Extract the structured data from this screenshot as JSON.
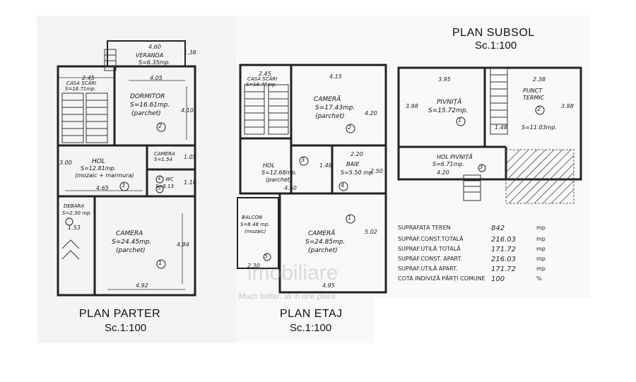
{
  "plans": {
    "parter": {
      "title": "PLAN PARTER",
      "scale": "Sc.1:100",
      "rooms": [
        {
          "name": "VERANDA",
          "area": "S=6.35mp."
        },
        {
          "name": "CASA SCĂRI",
          "area": "S=16.71mp."
        },
        {
          "name": "DORMITOR",
          "area": "S=16.61mp.",
          "finish": "(parchet)",
          "num": "2"
        },
        {
          "name": "HOL",
          "area": "S=12.81mp.",
          "finish": "(mozaic + marmura)",
          "num": "3"
        },
        {
          "name": "CAMERA",
          "area": "S=1.54",
          "num": "4"
        },
        {
          "name": "WC",
          "area": "S=8.13",
          "num": "5"
        },
        {
          "name": "CAMERA",
          "area": "S=24.45mp.",
          "finish": "(parchet)",
          "num": "1"
        },
        {
          "name": "DEBARA",
          "area": "S=2.30 mp."
        }
      ],
      "dims": [
        "4.60",
        "1.38",
        "2.45",
        "4.05",
        "4.10",
        "3.00",
        "4.65",
        "1.05",
        "1.18",
        "4.92",
        "4.94",
        "1.53"
      ]
    },
    "etaj": {
      "title": "PLAN ETAJ",
      "scale": "Sc.1:100",
      "rooms": [
        {
          "name": "CASA SCĂRI",
          "area": "S=16.78mp."
        },
        {
          "name": "CAMERĂ",
          "area": "S=17.43mp.",
          "finish": "(parchet)",
          "num": "2"
        },
        {
          "name": "HOL",
          "area": "S=12.68mp.",
          "finish": "(parchet)",
          "num": "3"
        },
        {
          "name": "BAIE",
          "area": "S=5.50 mp.",
          "num": "4"
        },
        {
          "name": "BALCON",
          "area": "S=8.48 mp.",
          "finish": "(mozaic)",
          "num": "5"
        },
        {
          "name": "CAMERĂ",
          "area": "S=24.85mp.",
          "finish": "(parchet)",
          "num": "1"
        }
      ],
      "dims": [
        "2.45",
        "4.15",
        "4.20",
        "2.20",
        "2.50",
        "4.60",
        "1.48",
        "5.02",
        "4.95",
        "2.30"
      ]
    },
    "subsol": {
      "title": "PLAN SUBSOL",
      "scale": "Sc.1:100",
      "rooms": [
        {
          "name": "PIVNIȚĂ",
          "area": "S=15.72mp.",
          "num": "1"
        },
        {
          "name": "PUNCT TERMIC",
          "area": "S=11.03mp.",
          "num": "2"
        },
        {
          "name": "HOL PIVNIȚĂ",
          "area": "S=6.71mp.",
          "num": "3"
        }
      ],
      "dims": [
        "3.95",
        "2.38",
        "3.98",
        "3.98",
        "4.20",
        "1.48"
      ]
    }
  },
  "summary": [
    {
      "label": "SUPRAFAȚA TEREN",
      "value": "842",
      "unit": "mp"
    },
    {
      "label": "SUPRAF.CONST.TOTALĂ",
      "value": "216.03",
      "unit": "mp"
    },
    {
      "label": "SUPRAF.UTILĂ TOTALĂ",
      "value": "171.72",
      "unit": "mp"
    },
    {
      "label": "SUPRAF.CONST. APART.",
      "value": "216.03",
      "unit": "mp"
    },
    {
      "label": "SUPRAF.UTILĂ APART.",
      "value": "171.72",
      "unit": "mp"
    },
    {
      "label": "COTA INDIVIZĂ PĂRȚI COMUNE",
      "value": "100",
      "unit": "%"
    }
  ],
  "watermark": {
    "brand": "imobiliare",
    "tagline": "Much better, all in one place"
  }
}
